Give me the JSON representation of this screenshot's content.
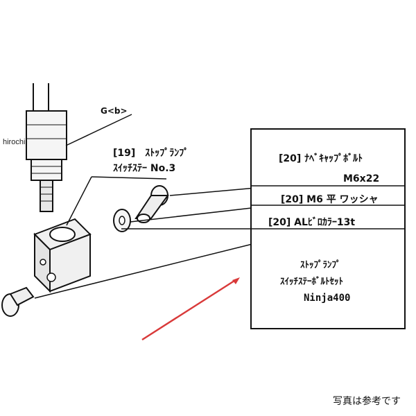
{
  "watermark": "hirochi",
  "callouts": {
    "g_b": "G<b>",
    "part19_line1": "[19]　ｽﾄｯﾌﾟﾗﾝﾌﾟ",
    "part19_line2": "ｽｲｯﾁｽﾃｰ No.3"
  },
  "parts_box": {
    "item1_line1": "[20] ﾅﾍﾞｷｬｯﾌﾟﾎﾞﾙﾄ",
    "item1_line2": "M6x22",
    "item2": "[20] M6 平 ワッシャ",
    "item3": "[20] ALﾋﾞﾛｶﾗｰ13t",
    "set_line1": "ｽﾄｯﾌﾟﾗﾝﾌﾟ",
    "set_line2": "ｽｲｯﾁｽﾃｰﾎﾞﾙﾄｾｯﾄ",
    "set_line3": "Ninja400"
  },
  "caption": "写真は参考です",
  "colors": {
    "line": "#111111",
    "arrow": "#d93a3a",
    "background": "#ffffff"
  }
}
